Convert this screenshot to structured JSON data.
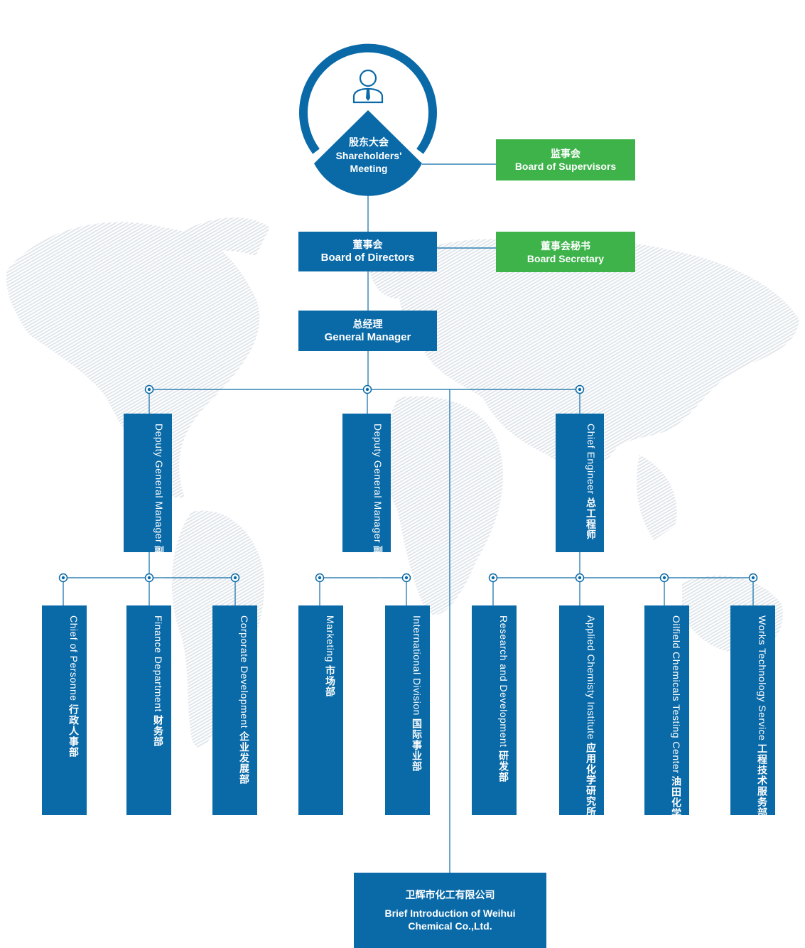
{
  "top": {
    "shareholders": {
      "zh": "股东大会",
      "en_line1": "Shareholders'",
      "en_line2": "Meeting",
      "icon": "person-icon"
    },
    "supervisors": {
      "zh": "监事会",
      "en": "Board of Supervisors"
    },
    "directors": {
      "zh": "董事会",
      "en": "Board of Directors"
    },
    "secretary": {
      "zh": "董事会秘书",
      "en": "Board Secretary"
    },
    "general_manager": {
      "zh": "总经理",
      "en": "General Manager"
    }
  },
  "middle": [
    {
      "en": "Deputy General Manager",
      "zh": "副总经理"
    },
    {
      "en": "Deputy General Manager",
      "zh": "副总经理"
    },
    {
      "en": "Chief Engineer",
      "zh": "总工程师"
    }
  ],
  "departments": [
    {
      "en": "Chief of Personne",
      "zh": "行政人事部"
    },
    {
      "en": "Finance Department",
      "zh": "财务部"
    },
    {
      "en": "Corporate Development",
      "zh": "企业发展部"
    },
    {
      "en": "Marketing",
      "zh": "市场部"
    },
    {
      "en": "International Division",
      "zh": "国际事业部"
    },
    {
      "en": "Research and Development",
      "zh": "研发部"
    },
    {
      "en": "Applied Chemisty Institute",
      "zh": "应用化学研究所"
    },
    {
      "en": "Oilfield Chemicals Testing Center",
      "zh": "油田化学剂检测中心"
    },
    {
      "en": "Works Technology Service",
      "zh": "工程技术服务部"
    }
  ],
  "company": {
    "zh": "卫辉市化工有限公司",
    "en_line1": "Brief Introduction of Weihui",
    "en_line2": "Chemical Co.,Ltd."
  },
  "colors": {
    "blue": "#0a6aa8",
    "green": "#3db34a",
    "line": "#0a6aa8",
    "map": "#e4e9ee"
  }
}
